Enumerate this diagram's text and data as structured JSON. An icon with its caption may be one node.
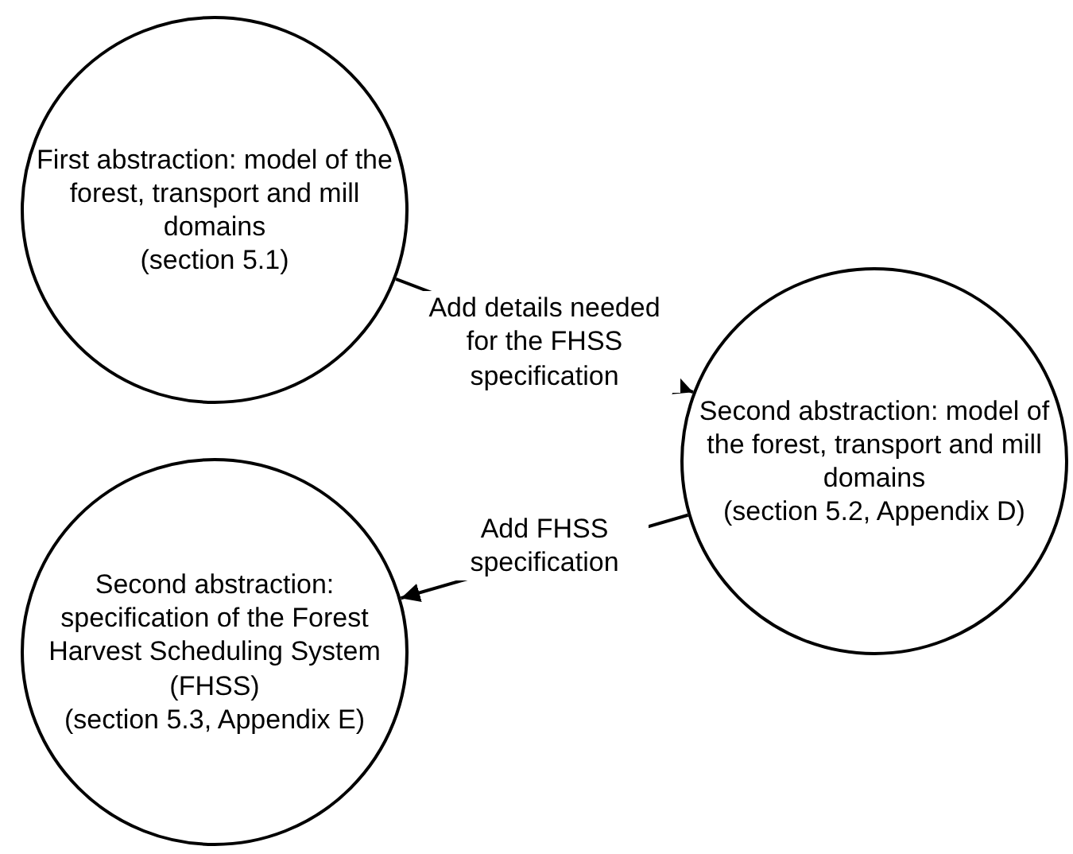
{
  "diagram": {
    "nodes": [
      {
        "text": [
          "First abstraction: model of the forest, transport and mill domains",
          "(section 5.1)"
        ]
      },
      {
        "text": [
          "Second abstraction: model of the forest, transport and mill domains",
          "(section 5.2, Appendix D)"
        ]
      },
      {
        "text": [
          "Second abstraction: specification of the Forest Harvest Scheduling System (FHSS)",
          "(section 5.3, Appendix E)"
        ]
      }
    ],
    "edges": [
      {
        "from": 0,
        "to": 1,
        "arrow": "to",
        "label": "Add details needed for the FHSS specification"
      },
      {
        "from": 1,
        "to": 2,
        "arrow": "to",
        "label": "Add FHSS specification"
      }
    ]
  }
}
